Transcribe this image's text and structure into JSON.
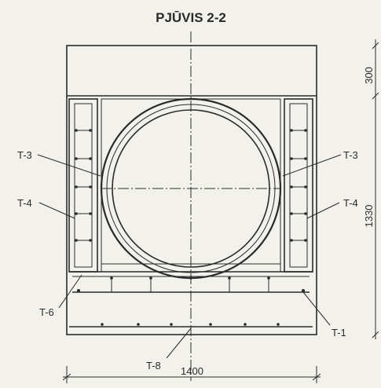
{
  "title": "PJŪVIS 2-2",
  "labels": {
    "t3_left": "T-3",
    "t3_right": "T-3",
    "t4_left": "T-4",
    "t4_right": "T-4",
    "t6": "T-6",
    "t1": "T-1",
    "t8": "T-8"
  },
  "dimensions": {
    "width": "1400",
    "top": "300",
    "right": "1330"
  }
}
